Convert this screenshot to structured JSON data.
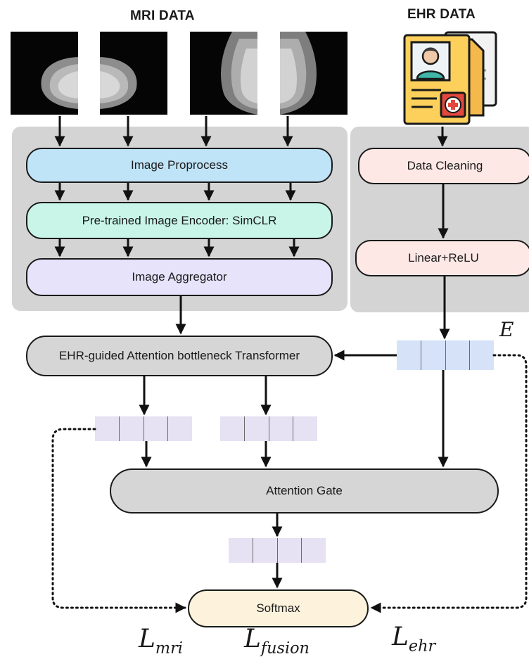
{
  "headers": {
    "mri": "MRI DATA",
    "ehr": "EHR DATA"
  },
  "mri_images": [
    {
      "name": "mammogram-view-1"
    },
    {
      "name": "mammogram-view-2"
    },
    {
      "name": "mammogram-view-3"
    },
    {
      "name": "mammogram-view-4"
    }
  ],
  "ehr_icon": "patient-record-icon",
  "mri_pipeline": {
    "preprocess": "Image Proprocess",
    "encoder": "Pre-trained Image Encoder: SimCLR",
    "aggregator": "Image Aggregator"
  },
  "ehr_pipeline": {
    "cleaning": "Data Cleaning",
    "linear": "Linear+ReLU"
  },
  "transformer": "EHR-guided Attention bottleneck Transformer",
  "attention_gate": "Attention Gate",
  "softmax": "Softmax",
  "symbols": {
    "embedding": "E",
    "loss_mri": {
      "base": "L",
      "sub": "mri"
    },
    "loss_fusion": {
      "base": "L",
      "sub": "fusion"
    },
    "loss_ehr": {
      "base": "L",
      "sub": "ehr"
    }
  },
  "colors": {
    "panel": "#d4d4d4",
    "preprocess": "#bfe3f7",
    "encoder": "#c8f5e8",
    "aggregator": "#e6e3fb",
    "ehr_box": "#fde8e6",
    "transformer": "#d6d6d6",
    "gate": "#d6d6d6",
    "softmax": "#fdf3dc",
    "embedding_vec": "#d5e2f8",
    "token_vec": "#e6e1f3"
  }
}
